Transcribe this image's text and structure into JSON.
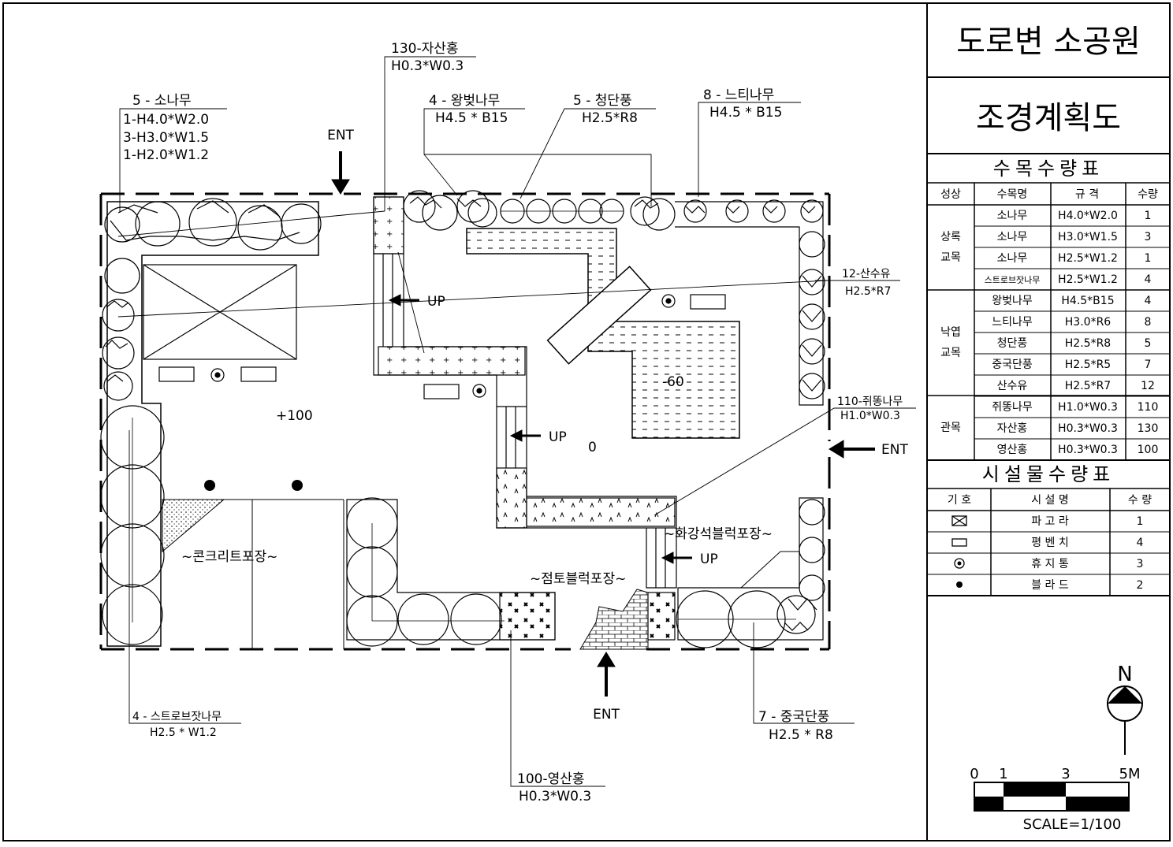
{
  "title": {
    "line1": "도로변 소공원",
    "line2": "조경계획도"
  },
  "tree_table": {
    "title": "수목수량표",
    "headers": [
      "성상",
      "수목명",
      "규 격",
      "수량"
    ],
    "groups": [
      {
        "name_1": "상록",
        "name_2": "교목"
      },
      {
        "name_1": "낙엽",
        "name_2": "교목"
      },
      {
        "name_1": "관목",
        "name_2": ""
      }
    ],
    "rows": [
      {
        "name": "소나무",
        "spec": "H4.0*W2.0",
        "qty": "1"
      },
      {
        "name": "소나무",
        "spec": "H3.0*W1.5",
        "qty": "3"
      },
      {
        "name": "소나무",
        "spec": "H2.5*W1.2",
        "qty": "1"
      },
      {
        "name": "스트로브잣나무",
        "spec": "H2.5*W1.2",
        "qty": "4"
      },
      {
        "name": "왕벚나무",
        "spec": "H4.5*B15",
        "qty": "4"
      },
      {
        "name": "느티나무",
        "spec": "H3.0*R6",
        "qty": "8"
      },
      {
        "name": "청단풍",
        "spec": "H2.5*R8",
        "qty": "5"
      },
      {
        "name": "중국단풍",
        "spec": "H2.5*R5",
        "qty": "7"
      },
      {
        "name": "산수유",
        "spec": "H2.5*R7",
        "qty": "12"
      },
      {
        "name": "쥐똥나무",
        "spec": "H1.0*W0.3",
        "qty": "110"
      },
      {
        "name": "자산홍",
        "spec": "H0.3*W0.3",
        "qty": "130"
      },
      {
        "name": "영산홍",
        "spec": "H0.3*W0.3",
        "qty": "100"
      }
    ]
  },
  "facility_table": {
    "title": "시설물수량표",
    "headers": [
      "기 호",
      "시 설 명",
      "수 량"
    ],
    "rows": [
      {
        "symbol": "pergola-symbol",
        "name": "파 고 라",
        "qty": "1"
      },
      {
        "symbol": "bench-symbol",
        "name": "평 벤 치",
        "qty": "4"
      },
      {
        "symbol": "trash-can-symbol",
        "name": "휴 지 통",
        "qty": "3"
      },
      {
        "symbol": "bollard-symbol",
        "name": "블 라 드",
        "qty": "2"
      }
    ]
  },
  "north": {
    "letter": "N"
  },
  "scale": {
    "ticks": [
      "0",
      "1",
      "3",
      "5M"
    ],
    "text": "SCALE=1/100"
  },
  "plan": {
    "labels": {
      "jasanhong_1": "130-자산홍",
      "jasanhong_2": "H0.3*W0.3",
      "pine_1": "5 - 소나무",
      "pine_2": "1-H4.0*W2.0",
      "pine_3": "3-H3.0*W1.5",
      "pine_4": "1-H2.0*W1.2",
      "cherry_1": "4 - 왕벚나무",
      "cherry_2": "H4.5 * B15",
      "maple_1": "5 - 청단풍",
      "maple_2": "H2.5*R8",
      "zelkova_1": "8 - 느티나무",
      "zelkova_2": "H4.5 * B15",
      "cornus_1": "12-산수유",
      "cornus_2": "H2.5*R7",
      "privet_1": "110-쥐똥나무",
      "privet_2": "H1.0*W0.3",
      "strobus_1": "4 - 스트로브잣나무",
      "strobus_2": "H2.5 * W1.2",
      "azalea_1": "100-영산홍",
      "azalea_2": "H0.3*W0.3",
      "trident_1": "7 - 중국단풍",
      "trident_2": "H2.5 * R8",
      "ent_north": "ENT",
      "ent_east": "ENT",
      "ent_south": "ENT",
      "up_1": "UP",
      "up_2": "UP",
      "up_3": "UP",
      "level_100": "+100",
      "level_0": "0",
      "level_60": "-60",
      "concrete": "~콘크리트포장~",
      "granite": "~화강석블럭포장~",
      "clay": "~점토블럭포장~"
    }
  }
}
